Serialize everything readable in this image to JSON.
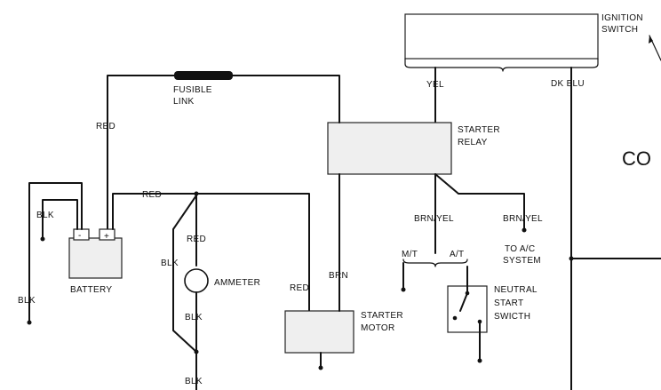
{
  "components": {
    "ignition_switch": [
      "IGNITION",
      "SWITCH"
    ],
    "fusible_link": [
      "FUSIBLE",
      "LINK"
    ],
    "starter_relay": [
      "STARTER",
      "RELAY"
    ],
    "battery": "BATTERY",
    "battery_neg": "-",
    "battery_pos": "+",
    "ammeter": "AMMETER",
    "starter_motor": [
      "STARTER",
      "MOTOR"
    ],
    "neutral_start_switch": [
      "NEUTRAL",
      "START",
      "SWICTH"
    ],
    "ac_system": [
      "TO A/C",
      "SYSTEM"
    ],
    "cutoff_label": "CO"
  },
  "wires": {
    "yel": "YEL",
    "dk_blu": "DK BLU",
    "red_top": "RED",
    "red_mid": "RED",
    "red_ammeter": "RED",
    "red_motor": "RED",
    "blk_left": "BLK",
    "blk_far": "BLK",
    "blk_loop": "BLK",
    "blk_below_ammeter": "BLK",
    "blk_bottom": "BLK",
    "brn": "BRN",
    "brn_yel_1": "BRN/YEL",
    "brn_yel_2": "BRN/YEL",
    "mt": "M/T",
    "at": "A/T"
  }
}
